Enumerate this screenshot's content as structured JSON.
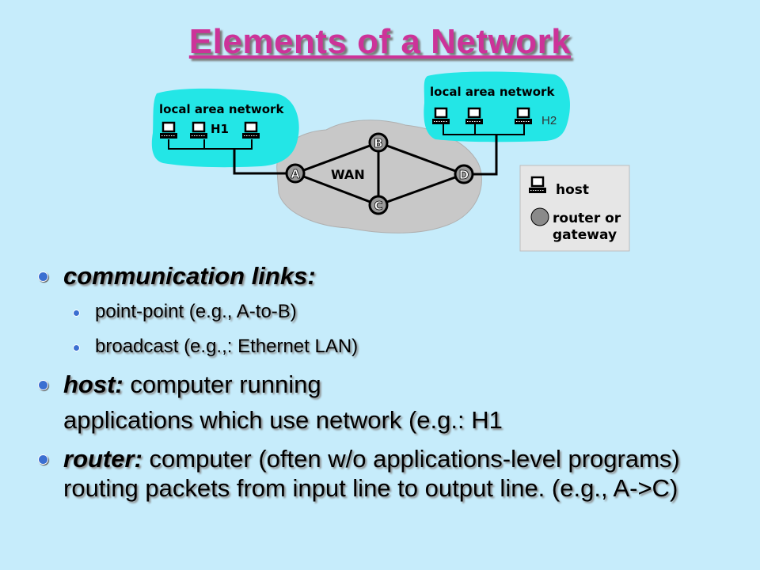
{
  "slide": {
    "title": "Elements of a Network"
  },
  "diagram": {
    "lan_left_label": "local area network",
    "lan_right_label": "local area network",
    "h1_label": "H1",
    "h2_label": "H2",
    "wan_label": "WAN",
    "router_a": "A",
    "router_b": "B",
    "router_c": "C",
    "router_d": "D",
    "colors": {
      "lan": "#23e6e6",
      "wan": "#c8c8c8",
      "router": "#9a9a9a"
    }
  },
  "legend": {
    "host_label": "host",
    "router_label_line1": "router or",
    "router_label_line2": "gateway"
  },
  "bullets": {
    "links_term": "communication links:",
    "links_sub1": "point-point (e.g., A-to-B)",
    "links_sub2": "broadcast (e.g.,: Ethernet LAN)",
    "host_term": "host:",
    "host_text": " computer running",
    "host_cont": "applications which use network (e.g.: H1",
    "router_term": "router:",
    "router_text": " computer (often w/o applications-level programs) routing packets from input line to output line. (e.g., A->C)"
  }
}
